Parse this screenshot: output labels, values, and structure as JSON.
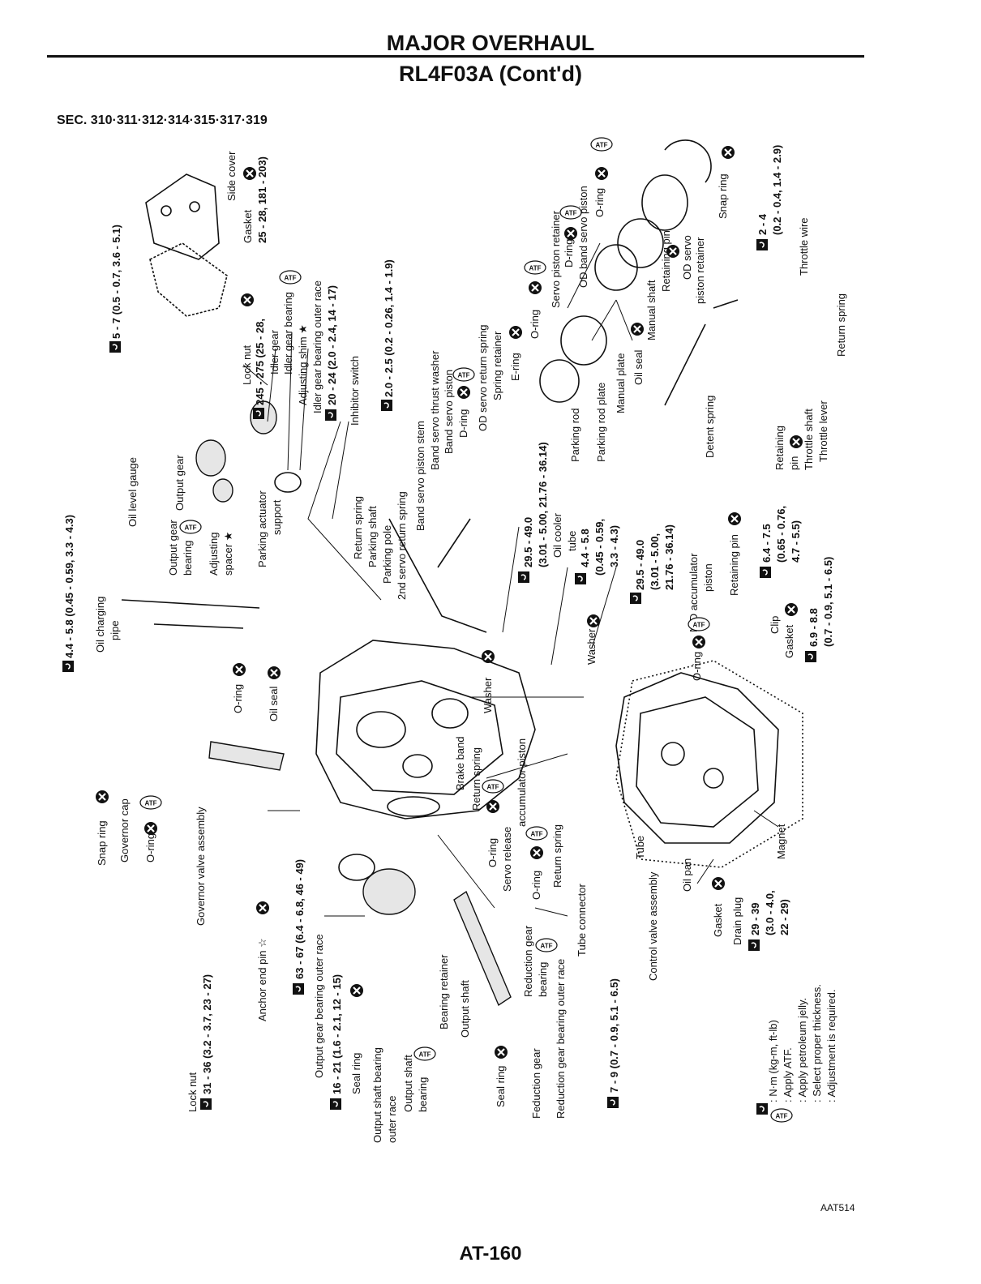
{
  "header": {
    "title": "MAJOR OVERHAUL",
    "subtitle": "RL4F03A (Cont'd)"
  },
  "section_ref": "SEC. 310·311·312·314·315·317·319",
  "labels": {
    "side_cover": "Side cover",
    "gasket_top": "Gasket",
    "torque_side_cover": "5 - 7 (0.5 - 0.7, 3.6 - 5.1)",
    "torque_gasket": "25 - 28, 181 - 203)",
    "snap_ring_top": "Snap ring",
    "torque_throttle": "2 - 4",
    "torque_throttle2": "(0.2 - 0.4, 1.4 - 2.9)",
    "throttle_wire": "Throttle wire",
    "return_spring_r": "Return spring",
    "throttle_lever": "Throttle lever",
    "throttle_shaft": "Throttle shaft",
    "retaining_pin_r": "Retaining",
    "retaining_pin_r2": "pin",
    "od_band_servo_piston": "OD band servo piston",
    "o_ring_od": "O-ring",
    "od_servo_piston_retainer": "OD servo",
    "od_servo_piston_retainer2": "piston retainer",
    "retaining_pin_od": "Retaining pin",
    "manual_shaft": "Manual shaft",
    "servo_piston_retainer": "Servo piston retainer",
    "d_ring_top": "D-ring",
    "o_ring_servo": "O-ring",
    "oil_seal_manual": "Oil seal",
    "manual_plate": "Manual plate",
    "detent_spring": "Detent spring",
    "parking_rod_plate": "Parking rod plate",
    "parking_rod": "Parking rod",
    "e_ring": "E-ring",
    "spring_retainer": "Spring retainer",
    "od_servo_return_spring": "OD servo return spring",
    "d_ring": "D-ring",
    "band_servo_piston": "Band servo piston",
    "band_servo_thrust_washer": "Band servo thrust washer",
    "band_servo_piston_stem": "Band servo piston stem",
    "second_servo_return_spring": "2nd servo return spring",
    "torque_inhibitor": "2.0 - 2.5 (0.2 - 0.26, 1.4 - 1.9)",
    "inhibitor_switch": "Inhibitor switch",
    "torque_idler": "20 - 24 (2.0 - 2.4, 14 - 17)",
    "idler_gear_outer_race": "Idler gear bearing outer race",
    "adjusting_shim": "Adjusting shim ★",
    "idler_gear_bearing": "Idler gear bearing",
    "idler_gear": "Idler gear",
    "lock_nut_top": "Lock nut",
    "torque_lock_nut": "245 - 275 (25 - 28,",
    "return_spring_mid": "Return spring",
    "parking_shaft": "Parking shaft",
    "parking_pole": "Parking pole",
    "parking_actuator_support": "Parking actuator",
    "parking_actuator_support2": "support",
    "oil_level_gauge": "Oil level gauge",
    "output_gear": "Output gear",
    "output_gear_bearing": "Output gear",
    "output_gear_bearing2": "bearing",
    "adjusting_spacer": "Adjusting",
    "adjusting_spacer2": "spacer ★",
    "torque_oil_charging": "4.4 - 5.8 (0.45 - 0.59, 3.3 - 4.3)",
    "oil_charging_pipe": "Oil charging",
    "oil_charging_pipe2": "pipe",
    "o_ring_left": "O-ring",
    "oil_seal_left": "Oil seal",
    "torque_oil_cooler": "29.5 - 49.0",
    "torque_oil_cooler2": "(3.01 - 5.00, 21.76 - 36.14)",
    "oil_cooler_tube": "Oil cooler",
    "oil_cooler_tube2": "tube",
    "torque_small": "4.4 - 5.8",
    "torque_small2": "(0.45 - 0.59,",
    "torque_small3": "3.3 - 4.3)",
    "torque_nd": "29.5 - 49.0",
    "torque_nd2": "(3.01 - 5.00,",
    "torque_nd3": "21.76 - 36.14)",
    "nd_accumulator": "N-D accumulator",
    "nd_accumulator2": "piston",
    "retaining_pin_mid": "Retaining pin",
    "torque_retaining": "6.4 - 7.5",
    "torque_retaining2": "(0.65 - 0.76,",
    "torque_retaining3": "4.7 - 5.5)",
    "washer_right": "Washer",
    "washer_mid": "Washer",
    "o_ring_nd": "O-ring",
    "clip": "Clip",
    "gasket_right": "Gasket",
    "torque_gasket_r": "6.9 - 8.8",
    "torque_gasket_r2": "(0.7 - 0.9, 5.1 - 6.5)",
    "snap_ring_gov": "Snap ring",
    "governor_cap": "Governor cap",
    "o_ring_gov": "O-ring",
    "governor_valve_assembly": "Governor valve assembly",
    "brake_band": "Brake band",
    "return_spring_low": "Return spring",
    "o_ring_low": "O-ring",
    "servo_release": "Servo release",
    "servo_release2": "accumulator piston",
    "o_ring_low2": "O-ring",
    "return_spring_low2": "Return spring",
    "tube_connector": "Tube connector",
    "tube": "Tube",
    "control_valve_assembly": "Control valve assembly",
    "oil_pan": "Oil pan",
    "magnet": "Magnet",
    "gasket_low": "Gasket",
    "drain_plug": "Drain plug",
    "torque_drain": "29 - 39",
    "torque_drain2": "(3.0 - 4.0,",
    "torque_drain3": "22 - 29)",
    "anchor_end_pin": "Anchor end pin ☆",
    "torque_anchor": "31 - 36 (3.2 - 3.7, 23 - 27)",
    "lock_nut_low": "Lock nut",
    "torque_output_retainer": "63 - 67 (6.4 - 6.8, 46 - 49)",
    "output_gear_bearing_outer_race": "Output gear bearing outer race",
    "torque_seal": "16 - 21 (1.6 - 2.1, 12 - 15)",
    "seal_ring": "Seal ring",
    "output_shaft_bearing_outer": "Output shaft bearing",
    "output_shaft_bearing_outer2": "outer race",
    "output_shaft_bearing": "Output shaft",
    "output_shaft_bearing2": "bearing",
    "bearing_retainer": "Bearing retainer",
    "output_shaft": "Output shaft",
    "seal_ring_low": "Seal ring",
    "reduction_gear": "Feduction gear",
    "reduction_gear_bearing": "Reduction gear",
    "reduction_gear_bearing2": "bearing",
    "reduction_gear_outer_race": "Reduction gear bearing outer race",
    "torque_tube_connector": "7 - 9 (0.7 - 0.9, 5.1 - 6.5)"
  },
  "legend": [
    ": N·m (kg-m, ft-lb)",
    ": Apply ATF.",
    ": Apply petroleum jelly.",
    ": Select proper thickness.",
    ": Adjustment is required."
  ],
  "image_code": "AAT514",
  "page_number": "AT-160"
}
